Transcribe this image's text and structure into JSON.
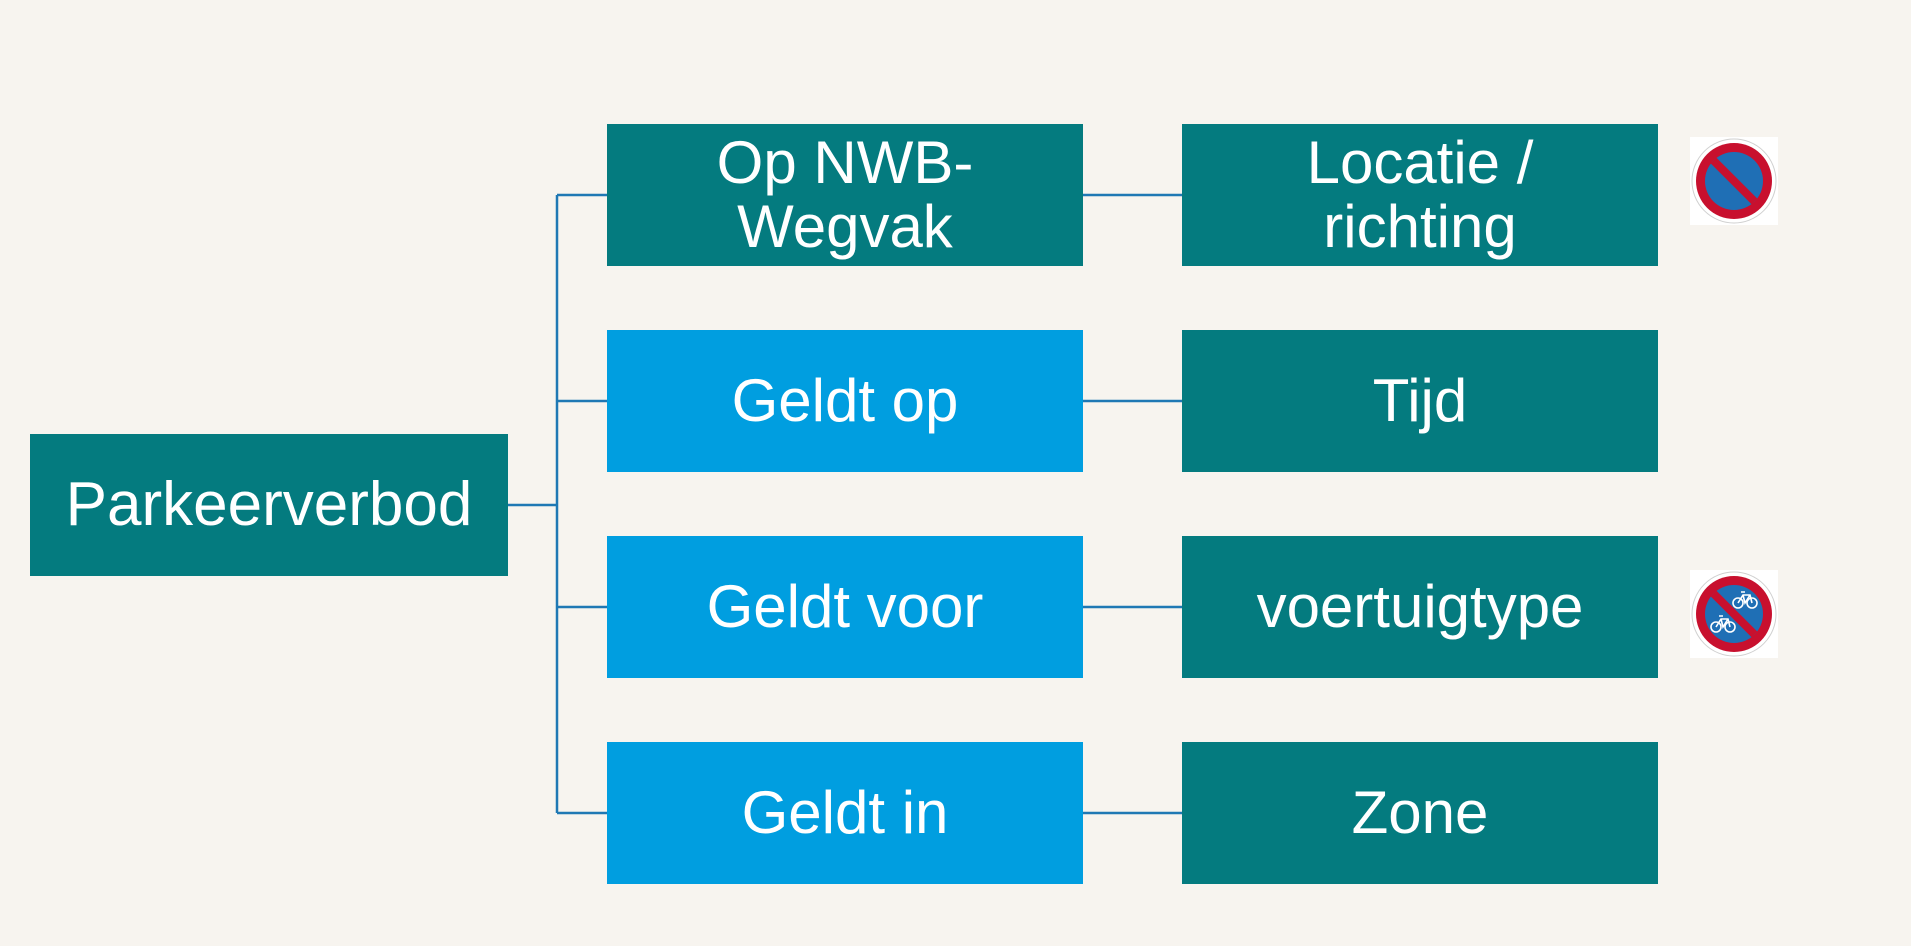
{
  "diagram": {
    "root": {
      "label": "Parkeerverbod"
    },
    "rows": [
      {
        "middle": "Op NWB-\nWegvak",
        "right": "Locatie /\nrichting",
        "sign": "no-parking-sign-icon"
      },
      {
        "middle": "Geldt op",
        "right": "Tijd"
      },
      {
        "middle": "Geldt voor",
        "right": "voertuigtype",
        "sign": "no-parking-bicycles-sign-icon"
      },
      {
        "middle": "Geldt in",
        "right": "Zone"
      }
    ]
  },
  "colors": {
    "background": "#f7f4ef",
    "teal_box": "#047b7f",
    "blue_box": "#009ee0",
    "connector": "#1f78b4",
    "sign_red": "#c8102e",
    "sign_blue": "#1f6fb5"
  }
}
